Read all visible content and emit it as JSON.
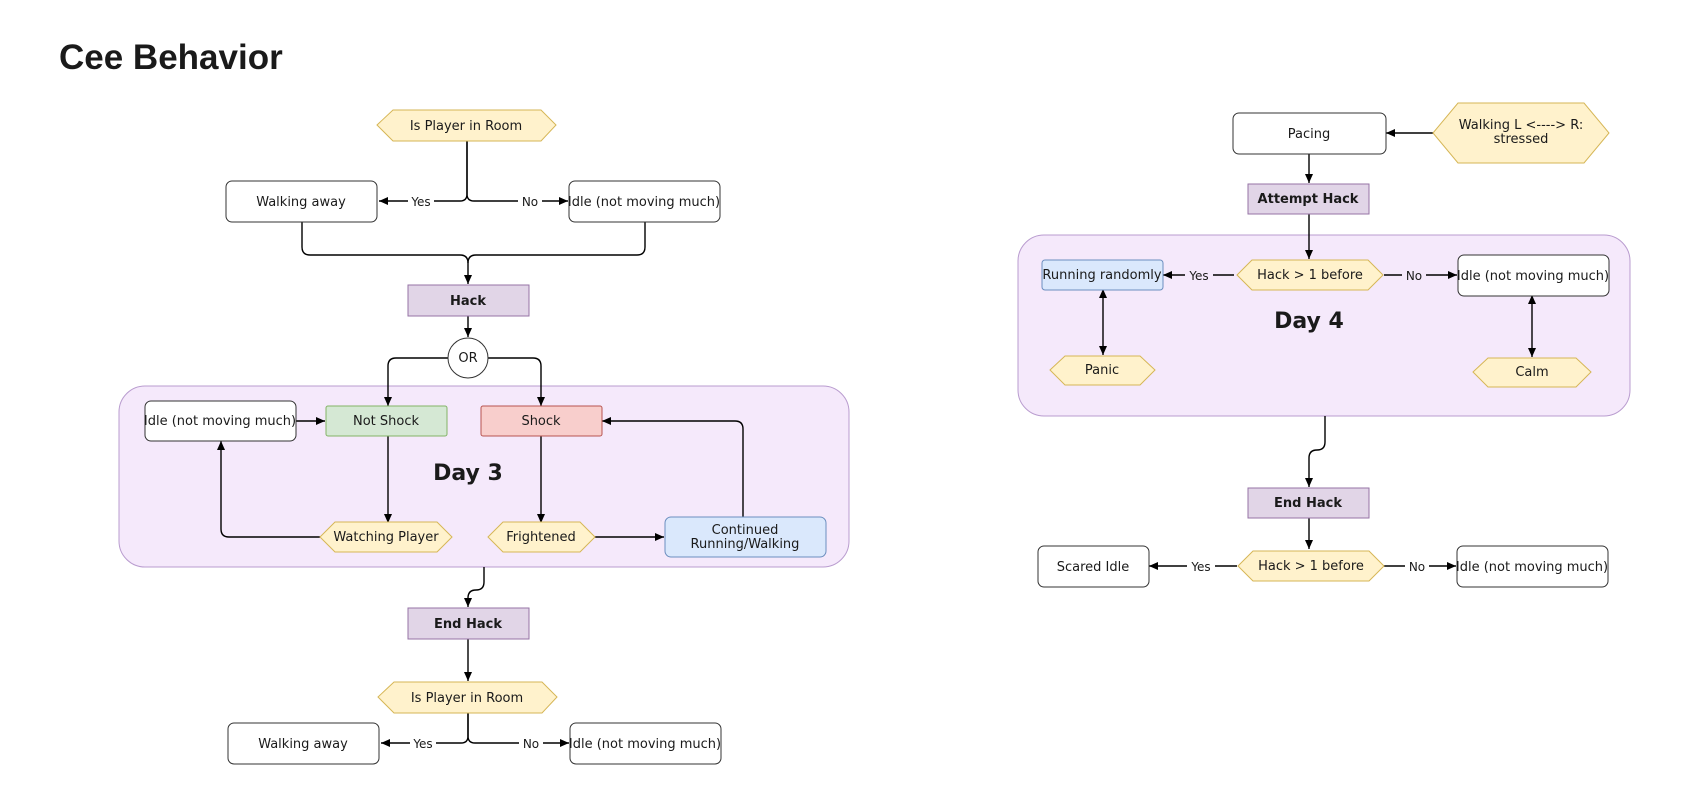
{
  "title": "Cee Behavior",
  "colors": {
    "process_fill": "#ffffff",
    "process_stroke": "#333333",
    "decision_fill": "#fff2cc",
    "decision_stroke": "#d6b656",
    "action_fill": "#e1d5e7",
    "action_stroke": "#9673a6",
    "group_fill": "#f5e9fb",
    "group_stroke": "#b99ccf",
    "green_fill": "#d5e8d4",
    "green_stroke": "#82b366",
    "red_fill": "#f8cecc",
    "red_stroke": "#b85450",
    "blue_fill": "#dae8fc",
    "blue_stroke": "#6c8ebf"
  },
  "day3": {
    "group_label": "Day 3",
    "start_decision": "Is Player in Room",
    "walking_away": "Walking away",
    "idle": "Idle (not moving much)",
    "yes": "Yes",
    "no": "No",
    "hack": "Hack",
    "or": "OR",
    "idle_inner": "Idle (not moving much)",
    "not_shock": "Not Shock",
    "shock": "Shock",
    "watching_player": "Watching Player",
    "frightened": "Frightened",
    "continued": [
      "Continued",
      "Running/Walking"
    ],
    "end_hack": "End Hack",
    "end_decision": "Is Player in Room",
    "end_walking_away": "Walking away",
    "end_idle": "Idle (not moving much)",
    "end_yes": "Yes",
    "end_no": "No"
  },
  "day4": {
    "group_label": "Day 4",
    "pacing": "Pacing",
    "walking_stressed": [
      "Walking L <----> R:",
      "stressed"
    ],
    "attempt_hack": "Attempt Hack",
    "running_randomly": "Running randomly",
    "hack_gt1": "Hack > 1 before",
    "idle": "Idle (not moving much)",
    "yes": "Yes",
    "no": "No",
    "panic": "Panic",
    "calm": "Calm",
    "end_hack": "End Hack",
    "end_decision": "Hack > 1 before",
    "scared_idle": "Scared Idle",
    "end_idle": "Idle (not moving much)",
    "end_yes": "Yes",
    "end_no": "No"
  }
}
